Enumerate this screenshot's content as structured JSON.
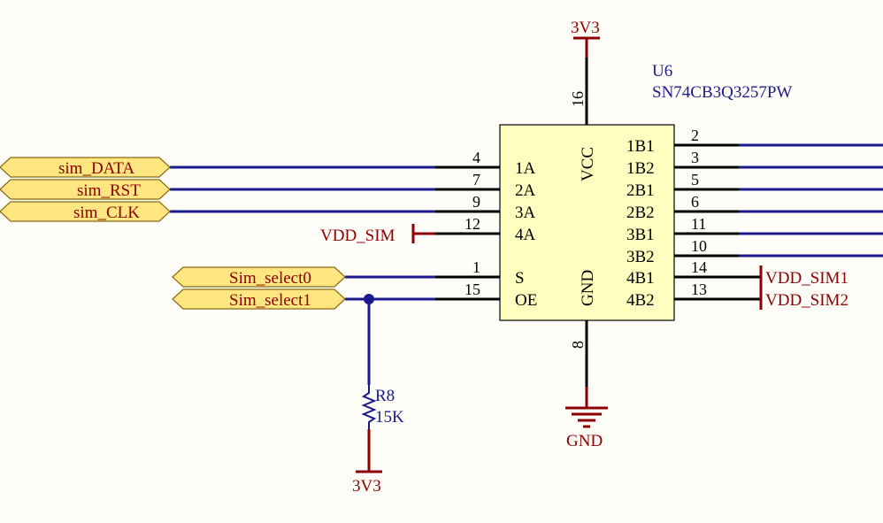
{
  "colors": {
    "background": "#FFFDF7",
    "wire": "#1A1A8C",
    "pin": "#000000",
    "power": "#8B0000",
    "ic_fill": "#FFFFC0",
    "port_fill": "#FFE680",
    "port_stroke": "#8B6914",
    "component_text": "#1A1A8C"
  },
  "chip": {
    "designator": "U6",
    "part": "SN74CB3Q3257PW",
    "vcc_label": "VCC",
    "gnd_label": "GND",
    "vcc_pin": "16",
    "gnd_pin": "8",
    "left_pins": [
      {
        "num": "4",
        "label": "1A"
      },
      {
        "num": "7",
        "label": "2A"
      },
      {
        "num": "9",
        "label": "3A"
      },
      {
        "num": "12",
        "label": "4A"
      },
      {
        "num": "1",
        "label": "S"
      },
      {
        "num": "15",
        "label": "OE"
      }
    ],
    "right_pins": [
      {
        "num": "2",
        "label": "1B1"
      },
      {
        "num": "3",
        "label": "1B2"
      },
      {
        "num": "5",
        "label": "2B1"
      },
      {
        "num": "6",
        "label": "2B2"
      },
      {
        "num": "11",
        "label": "3B1"
      },
      {
        "num": "10",
        "label": "3B2"
      },
      {
        "num": "14",
        "label": "4B1"
      },
      {
        "num": "13",
        "label": "4B2"
      }
    ]
  },
  "ports": {
    "sim_data": "sim_DATA",
    "sim_rst": "sim_RST",
    "sim_clk": "sim_CLK",
    "sim_select0": "Sim_select0",
    "sim_select1": "Sim_select1"
  },
  "power": {
    "top_3v3": "3V3",
    "bottom_3v3": "3V3",
    "gnd": "GND",
    "vdd_sim": "VDD_SIM",
    "vdd_sim1": "VDD_SIM1",
    "vdd_sim2": "VDD_SIM2"
  },
  "resistor": {
    "designator": "R8",
    "value": "15K"
  }
}
